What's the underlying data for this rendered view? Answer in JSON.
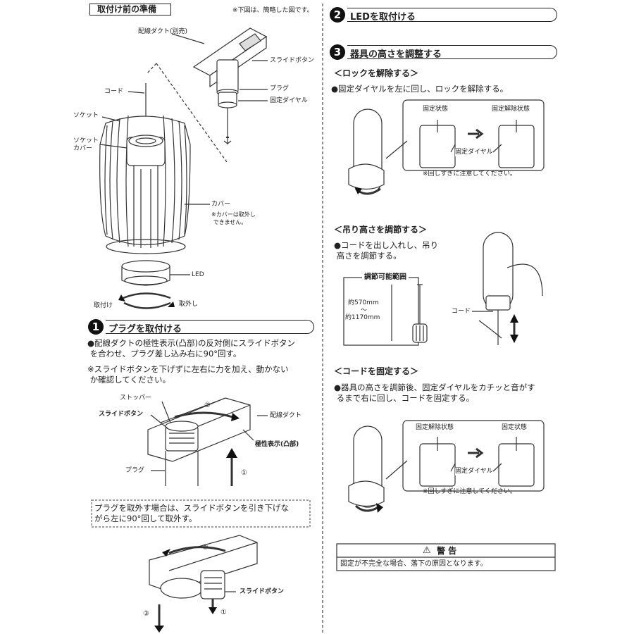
{
  "prep": {
    "title": "取付け前の準備",
    "note": "※下図は、簡略した図です。",
    "labels": {
      "duct": "配線ダクト(別売)",
      "slide_button": "スライドボタン",
      "plug": "プラグ",
      "fixing_dial": "固定ダイヤル",
      "cord": "コード",
      "socket": "ソケット",
      "socket_cover": "ソケット\nカバー",
      "cover": "カバー",
      "cover_note": "※カバーは取外し\n できません。",
      "led": "LED",
      "attach": "取付け",
      "detach": "取外し"
    }
  },
  "step1": {
    "num": "1",
    "title": "プラグを取付ける",
    "text1": "●配線ダクトの極性表示(凸部)の反対側にスライドボタン\n を合わせ、プラグ差し込み右に90°回す。",
    "text2": "※スライドボタンを下げずに左右に力を加え、動かない\n か確認してください。",
    "labels": {
      "stopper": "ストッパー",
      "slide_button": "スライドボタン",
      "duct": "配線ダクト",
      "polarity": "極性表示(凸部)",
      "plug": "プラグ",
      "n1": "①",
      "n2": "②",
      "n3": "③"
    },
    "removal_note": "プラグを取外す場合は、スライドボタンを引き下げな\nがら左に90°回して取外す。",
    "removal_slide": "スライドボタン"
  },
  "step2": {
    "num": "2",
    "title": "LEDを取付ける"
  },
  "step3": {
    "num": "3",
    "title": "器具の高さを調整する",
    "unlock": {
      "heading": "＜ロックを解除する＞",
      "text": "●固定ダイヤルを左に回し、ロックを解除する。",
      "state_fixed": "固定状態",
      "state_released": "固定解除状態",
      "dial": "固定ダイヤル",
      "warn": "※回しすぎに注意してください。"
    },
    "height": {
      "heading": "＜吊り高さを調節する＞",
      "text": "●コードを出し入れし、吊り\n 高さを調節する。",
      "range_title": "調節可能範囲",
      "range_from": "約570mm",
      "range_sep": "〜",
      "range_to": "約1170mm",
      "cord": "コード"
    },
    "fix": {
      "heading": "＜コードを固定する＞",
      "text": "●器具の高さを調節後、固定ダイヤルをカチッと音がす\n るまで右に回し、コードを固定する。",
      "state_released": "固定解除状態",
      "state_fixed": "固定状態",
      "dial": "固定ダイヤル",
      "warn": "※回しすぎに注意してください。"
    },
    "warning": {
      "title": "警 告",
      "text": "固定が不完全な場合、落下の原因となります。"
    }
  }
}
